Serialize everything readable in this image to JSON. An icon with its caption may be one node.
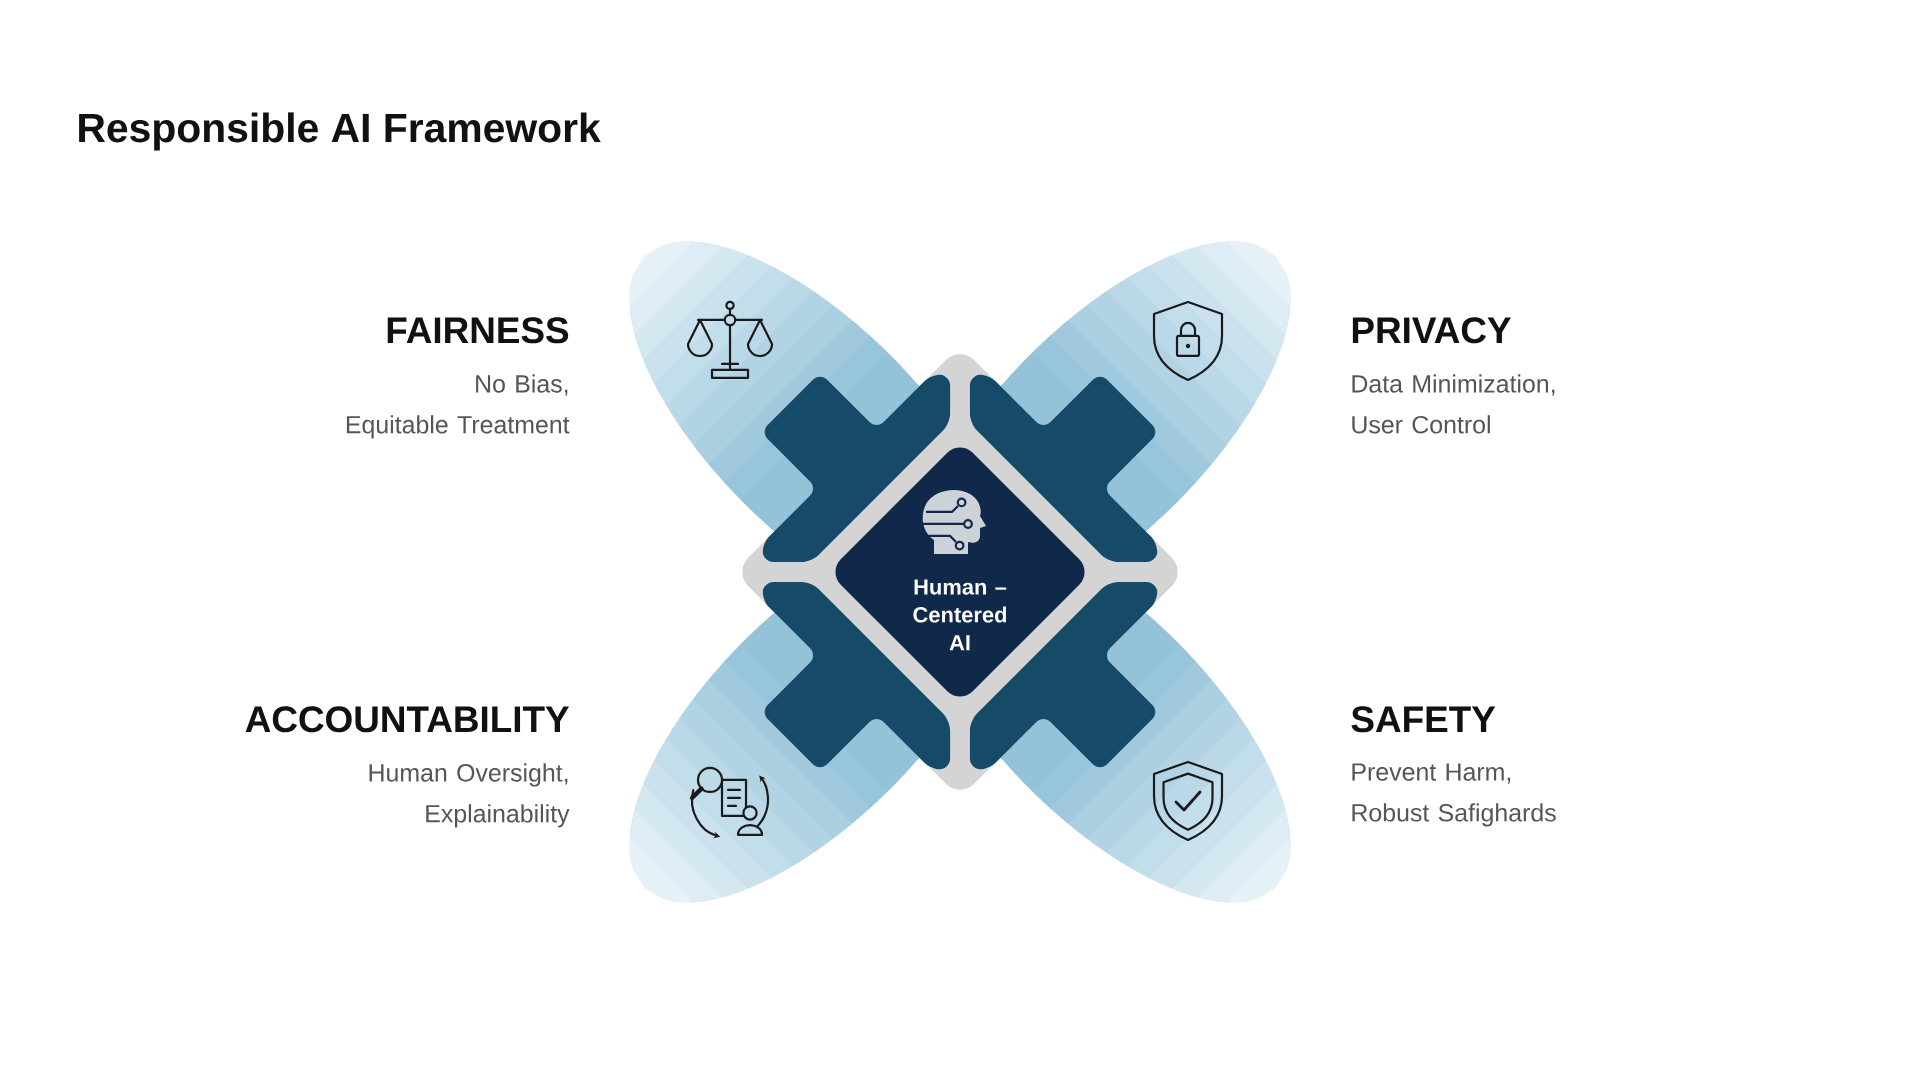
{
  "diagram": {
    "title": "Responsible AI Framework",
    "nodes": [
      {
        "text": [
          "FAIRNESS",
          "No Bias, Equitable Treatment"
        ]
      },
      {
        "text": [
          "PRIVACY",
          "Data Minimization, User Control"
        ]
      },
      {
        "text": [
          "Human – Centered AI"
        ]
      },
      {
        "text": [
          "ACCOUNTABILITY",
          "Human Oversight, Explainability"
        ]
      },
      {
        "text": [
          "SAFETY",
          "Prevent Harm, Robust Safighards"
        ]
      }
    ]
  }
}
